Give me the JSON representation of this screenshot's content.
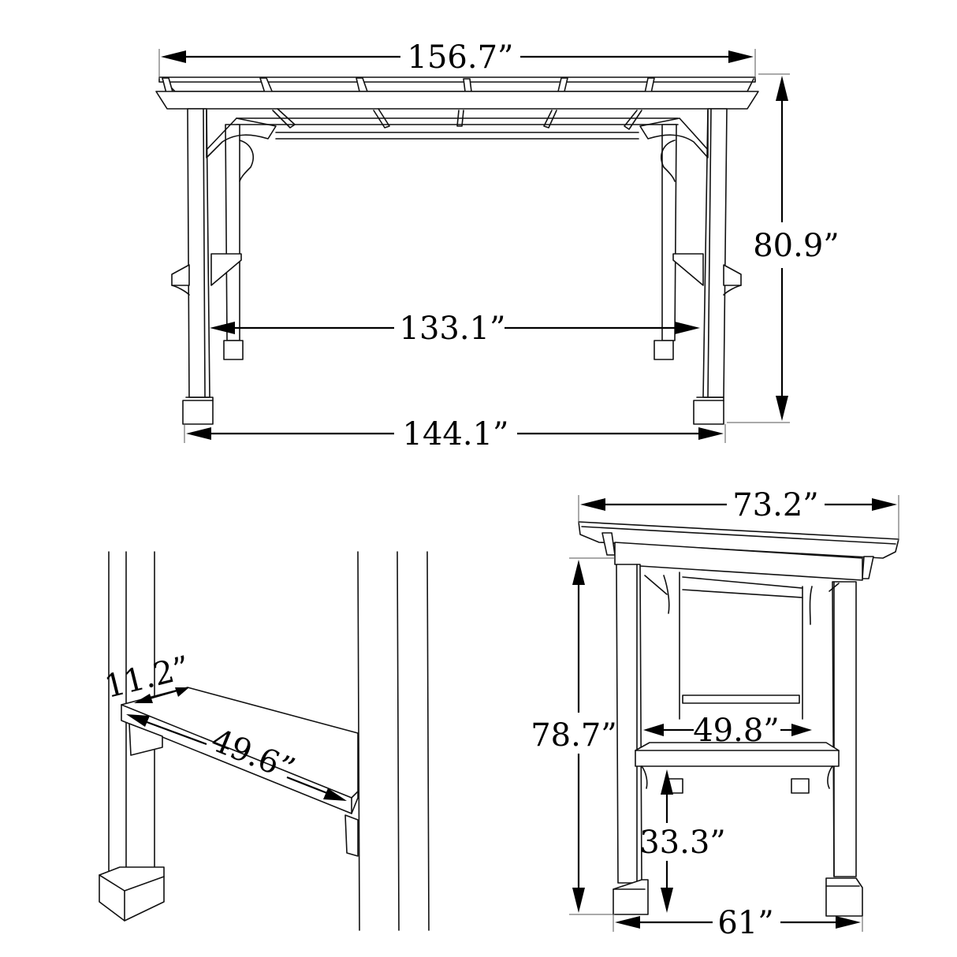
{
  "diagram": {
    "title": "Pergola with bar shelves — dimension drawing",
    "colors": {
      "line": "#111111",
      "background": "#ffffff",
      "label": "#000000"
    },
    "front_view": {
      "overall_width": "156.7”",
      "height": "80.9”",
      "inner_post_span": "133.1”",
      "base_width": "144.1”"
    },
    "shelf_detail": {
      "shelf_depth": "11.2”",
      "shelf_length": "49.6”"
    },
    "side_view": {
      "roof_depth": "73.2”",
      "clearance_height": "78.7”",
      "shelf_span": "49.8”",
      "shelf_height": "33.3”",
      "base_depth": "61”"
    }
  }
}
